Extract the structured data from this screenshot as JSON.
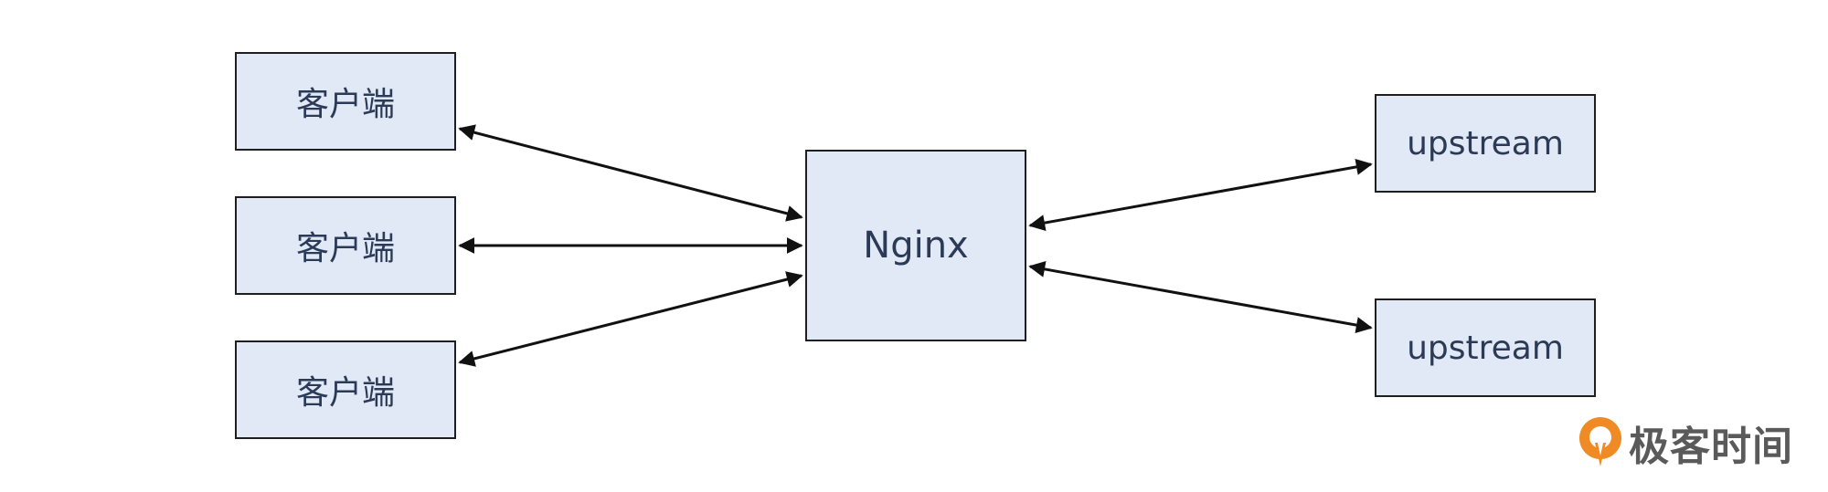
{
  "clients": [
    {
      "label": "客户端"
    },
    {
      "label": "客户端"
    },
    {
      "label": "客户端"
    }
  ],
  "nginx": {
    "label": "Nginx"
  },
  "upstreams": [
    {
      "label": "upstream"
    },
    {
      "label": "upstream"
    }
  ],
  "watermark": {
    "text": "极客时间",
    "icon": "geektime-logo-icon"
  },
  "colors": {
    "box_fill": "#e1e8f6",
    "box_border": "#1f1f1f",
    "text": "#2b3a57",
    "logo_orange": "#f08a24"
  }
}
